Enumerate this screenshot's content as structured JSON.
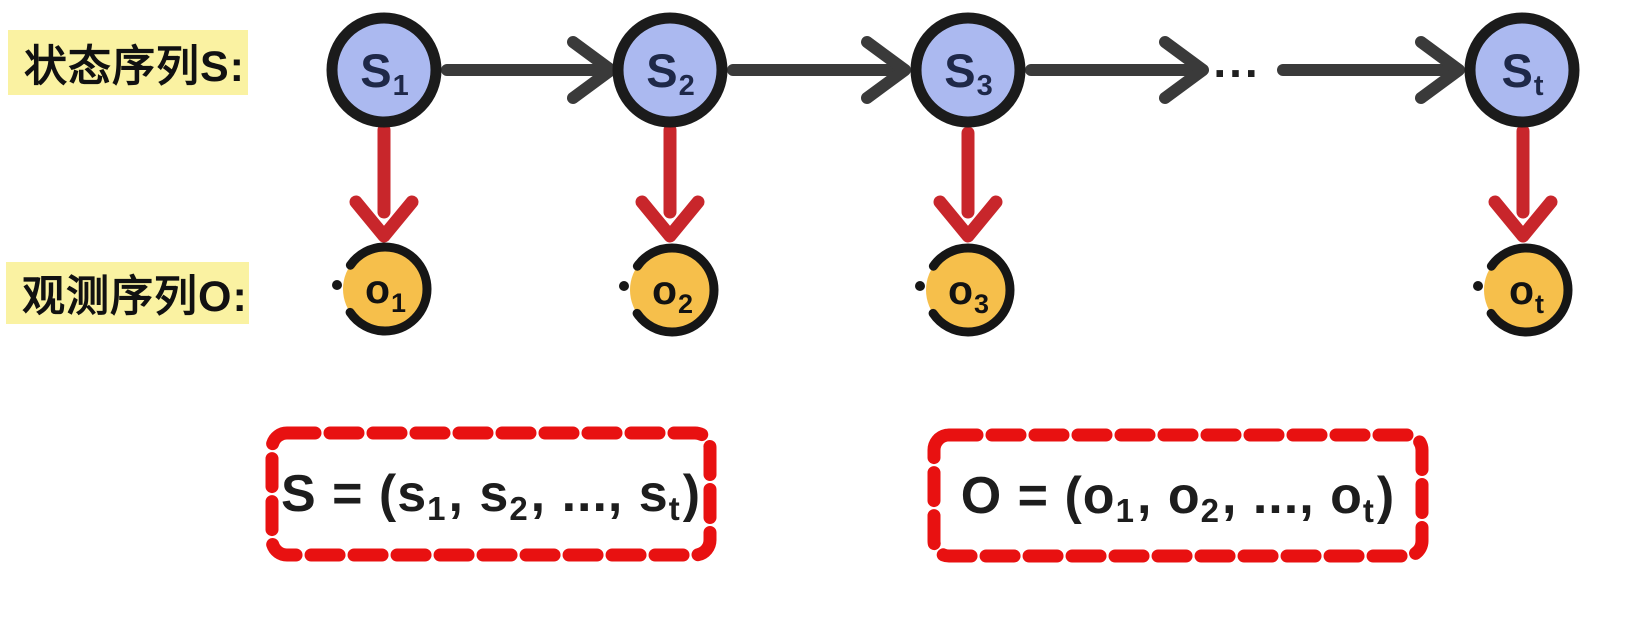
{
  "labels": {
    "states_row": "状态序列S:",
    "obs_row": "观测序列O:"
  },
  "nodes": {
    "states": [
      {
        "main": "S",
        "sub": "1"
      },
      {
        "main": "S",
        "sub": "2"
      },
      {
        "main": "S",
        "sub": "3"
      },
      {
        "main": "S",
        "sub": "t"
      }
    ],
    "observations": [
      {
        "main": "o",
        "sub": "1"
      },
      {
        "main": "o",
        "sub": "2"
      },
      {
        "main": "o",
        "sub": "3"
      },
      {
        "main": "o",
        "sub": "t"
      }
    ]
  },
  "chain": {
    "ellipsis": "..."
  },
  "formulas": {
    "state_sequence": [
      "S = (s",
      "1",
      ", s",
      "2",
      ", ..., s",
      "t",
      ")"
    ],
    "observation_sequence": [
      "O = (o",
      "1",
      ", o",
      "2",
      ", ..., o",
      "t",
      ")"
    ]
  },
  "colors": {
    "state_fill": "#abb9f0",
    "state_stroke": "#1b1b1b",
    "state_text": "#1e2848",
    "obs_fill": "#f6bf4b",
    "obs_stroke": "#161616",
    "transition_arrow": "#3a3a3a",
    "emission_arrow": "#c8262b",
    "dashed_box": "#e81111",
    "highlight_yellow": "#faf2a2",
    "formula_text": "#1d1d1d",
    "background": "#ffffff"
  }
}
